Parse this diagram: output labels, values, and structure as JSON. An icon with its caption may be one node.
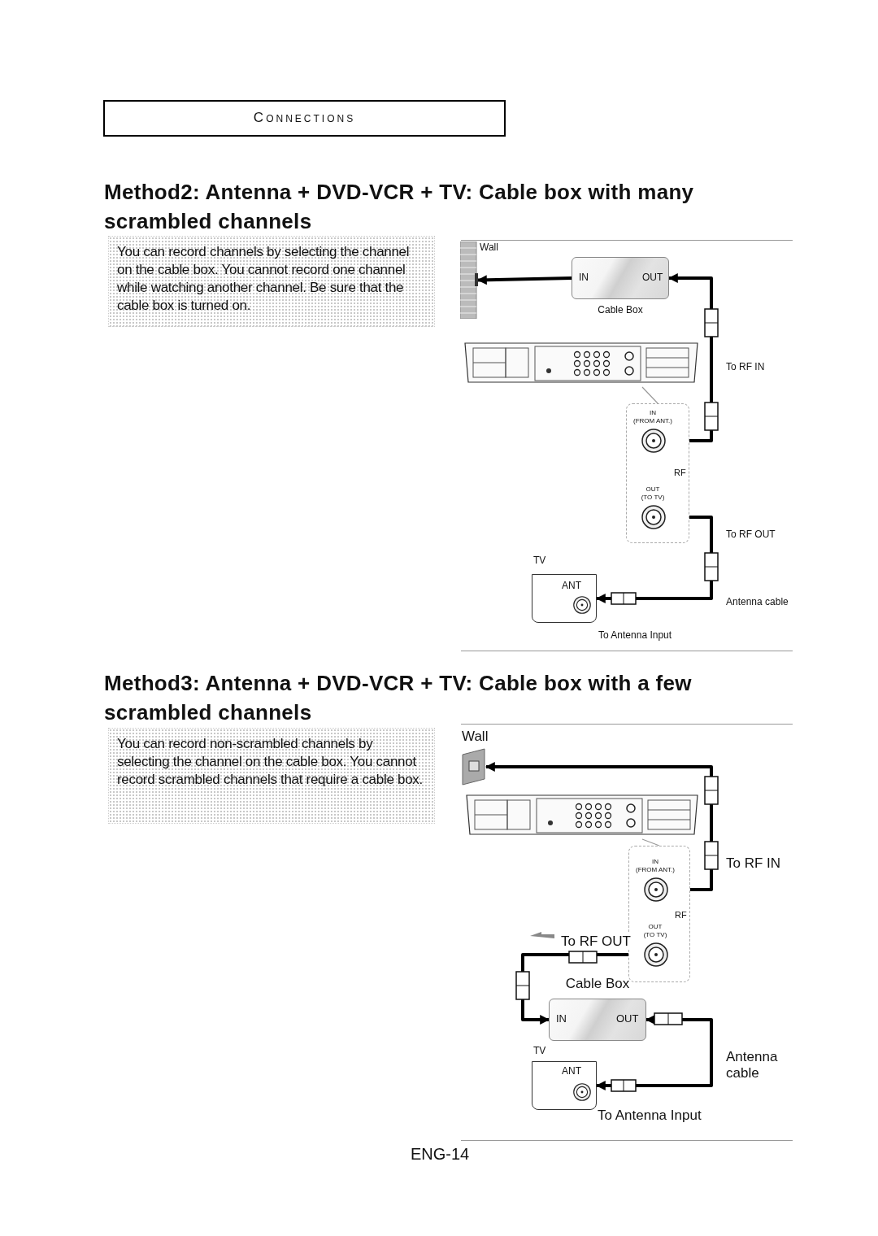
{
  "diagram": {
    "nodes": [
      {
        "text": [
          "Connections"
        ]
      },
      {
        "text": [
          "You can record channels by selecting the channel on the cable box. You cannot record one channel while watching another channel. Be sure that the cable box is turned on."
        ]
      },
      {
        "text": [
          "Wall"
        ]
      },
      {
        "text": [
          "IN",
          "OUT",
          "Cable Box"
        ]
      },
      {
        "text": [],
        "shape": "box"
      },
      {
        "text": [
          "RF"
        ]
      },
      {
        "text": [
          "IN (FROM ANT.)"
        ],
        "in": 5
      },
      {
        "text": [
          "OUT (TO TV)"
        ],
        "in": 5
      },
      {
        "text": [
          "TV",
          "ANT"
        ]
      },
      {
        "text": [
          "You can record non-scrambled channels by selecting the channel on the cable box. You cannot record scrambled channels that require a cable box."
        ]
      },
      {
        "text": [
          "Wall"
        ]
      },
      {
        "text": [],
        "shape": "box"
      },
      {
        "text": [
          "RF"
        ]
      },
      {
        "text": [
          "IN (FROM ANT.)"
        ],
        "in": 12
      },
      {
        "text": [
          "OUT (TO TV)"
        ],
        "in": 12
      },
      {
        "text": [
          "Cable Box",
          "IN",
          "OUT"
        ]
      },
      {
        "text": [
          "TV",
          "ANT"
        ]
      }
    ],
    "edges": [
      {
        "from": 3,
        "to": 2,
        "arrow": "to"
      },
      {
        "from": 3,
        "to": 6,
        "arrow": "both",
        "label": "To RF IN"
      },
      {
        "from": 7,
        "to": 8,
        "arrow": "both",
        "label": "Antenna cable"
      },
      {
        "from": 4,
        "to": 5,
        "arrow": "none",
        "color": "#999999"
      },
      {
        "from": 13,
        "to": 10,
        "arrow": "both",
        "label": "To RF IN"
      },
      {
        "from": 14,
        "to": 15,
        "arrow": "both",
        "label": "To RF OUT"
      },
      {
        "from": 15,
        "to": 16,
        "arrow": "both",
        "label": "Antenna cable"
      },
      {
        "from": 11,
        "to": 12,
        "arrow": "none",
        "color": "#999999"
      }
    ],
    "labels": [
      "Method2: Antenna + DVD-VCR + TV: Cable box with many scrambled channels",
      "To RF OUT",
      "To Antenna Input",
      "Method3: Antenna + DVD-VCR + TV: Cable box with a few scrambled channels",
      "To Antenna Input",
      "ENG-14"
    ]
  }
}
